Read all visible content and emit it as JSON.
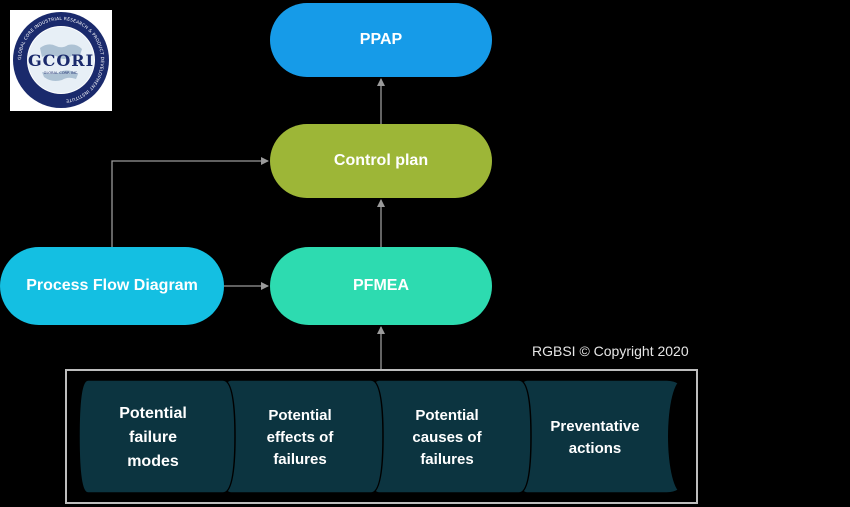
{
  "logo": {
    "name": "GCORI",
    "ring_text": "GLOBAL CORE INDUSTRIAL RESEARCH & PRODUCT DEVELOPMENT INSTITUTE",
    "sub_text": "GLOBAL CORP. INC."
  },
  "nodes": {
    "ppap": "PPAP",
    "control_plan": "Control plan",
    "pfmea": "PFMEA",
    "process_flow_diagram": "Process Flow Diagram"
  },
  "copyright": "RGBSI © Copyright 2020",
  "pfmea_components": [
    {
      "lines": [
        "Potential",
        "failure",
        "modes"
      ]
    },
    {
      "lines": [
        "Potential",
        "effects of",
        "failures"
      ]
    },
    {
      "lines": [
        "Potential",
        "causes of",
        "failures"
      ]
    },
    {
      "lines": [
        "Preventative",
        "actions"
      ]
    }
  ],
  "colors": {
    "background": "#000000",
    "ppap": "#169be8",
    "control_plan": "#9db637",
    "pfmea": "#2ddbb0",
    "process_flow_diagram": "#14bfe2",
    "segment_fill": "#0c3440",
    "frame": "#bdbdbd",
    "connector": "#9a9a9a"
  }
}
